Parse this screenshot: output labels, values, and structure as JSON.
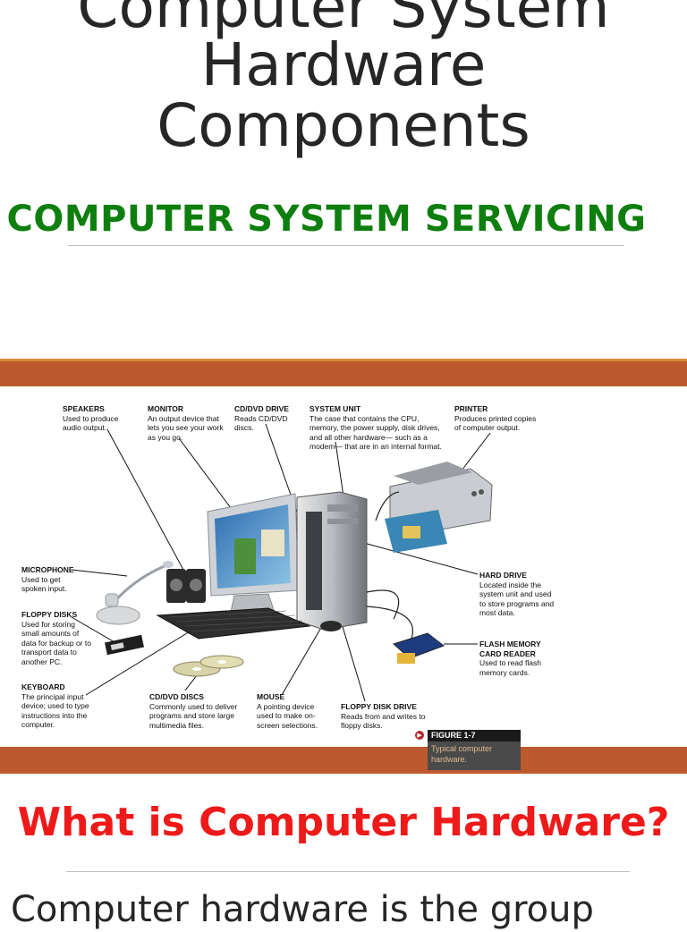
{
  "slide": {
    "title_lines": [
      "Computer System",
      "Hardware",
      "Components"
    ],
    "subtitle": "COMPUTER SYSTEM SERVICING"
  },
  "figure": {
    "labels": [
      {
        "heading": "SPEAKERS",
        "text": "Used to produce audio output."
      },
      {
        "heading": "MONITOR",
        "text": "An output device that lets you see your work as you go."
      },
      {
        "heading": "CD/DVD DRIVE",
        "text": "Reads CD/DVD discs."
      },
      {
        "heading": "SYSTEM UNIT",
        "text": "The case that contains the CPU, memory, the power supply, disk drives, and all other hardware— such as a modem— that are in an internal format."
      },
      {
        "heading": "PRINTER",
        "text": "Produces printed copies of computer output."
      },
      {
        "heading": "MICROPHONE",
        "text": "Used to get spoken input."
      },
      {
        "heading": "FLOPPY DISKS",
        "text": "Used for storing small amounts of data for backup or to transport data to another PC."
      },
      {
        "heading": "KEYBOARD",
        "text": "The principal input device; used to type instructions into the computer."
      },
      {
        "heading": "CD/DVD DISCS",
        "text": "Commonly used to deliver programs and store large multimedia files."
      },
      {
        "heading": "MOUSE",
        "text": "A pointing device used to make on-screen selections."
      },
      {
        "heading": "FLOPPY DISK DRIVE",
        "text": "Reads from and writes to floppy disks."
      },
      {
        "heading": "HARD DRIVE",
        "text": "Located inside the system unit and used to store programs and most data."
      },
      {
        "heading": "FLASH MEMORY CARD READER",
        "text": "Used to read flash memory cards."
      }
    ],
    "tag": {
      "heading": "FIGURE 1-7",
      "caption": "Typical computer hardware."
    }
  },
  "section": {
    "question": "What is Computer Hardware?",
    "body": "Computer hardware is the group"
  },
  "colors": {
    "subtitle": "#0e7f0e",
    "question": "#ee1a1a",
    "band": "#bd5a2d",
    "band_edge": "#d98a3a"
  }
}
